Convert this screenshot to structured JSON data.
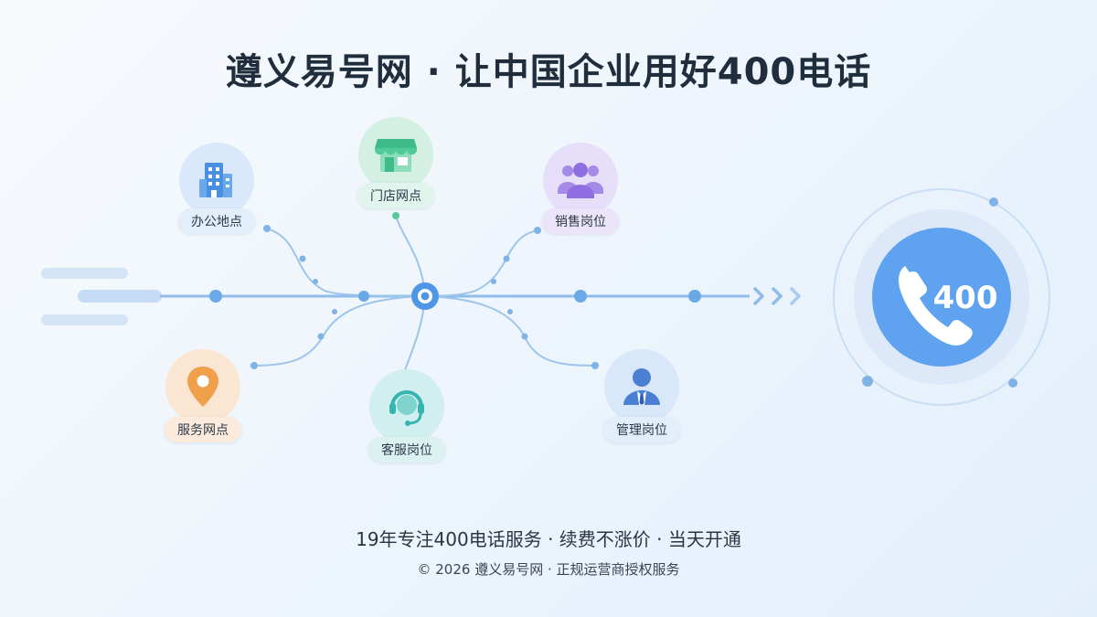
{
  "title": "遵义易号网 · 让中国企业用好400电话",
  "nodes": {
    "office": {
      "label": "办公地点",
      "icon": "building-icon",
      "color": "#4a90e2"
    },
    "store": {
      "label": "门店网点",
      "icon": "storefront-icon",
      "color": "#3dbb8a"
    },
    "sales": {
      "label": "销售岗位",
      "icon": "group-icon",
      "color": "#8e6ee0"
    },
    "service_point": {
      "label": "服务网点",
      "icon": "location-pin-icon",
      "color": "#f0a04a"
    },
    "customer_service": {
      "label": "客服岗位",
      "icon": "headset-icon",
      "color": "#35b5b0"
    },
    "management": {
      "label": "管理岗位",
      "icon": "manager-icon",
      "color": "#4a7fd4"
    }
  },
  "phone": {
    "number": "400",
    "icon": "phone-icon"
  },
  "footer": {
    "main": "19年专注400电话服务 · 续费不涨价 · 当天开通",
    "sub": "© 2026 遵义易号网 · 正规运营商授权服务"
  }
}
